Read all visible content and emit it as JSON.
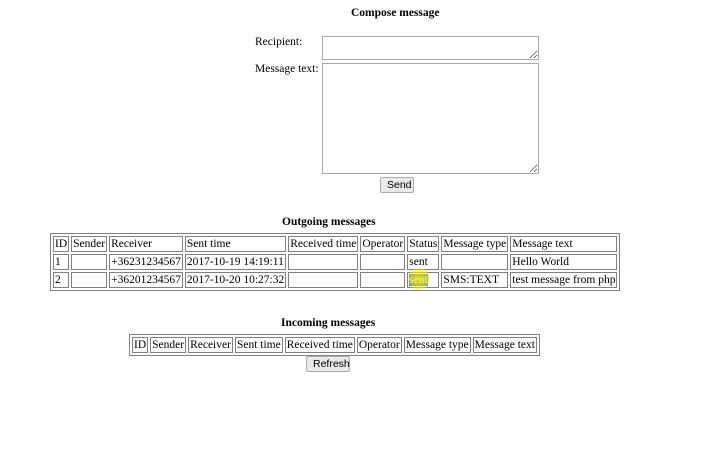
{
  "compose": {
    "title": "Compose message",
    "recipient_label": "Recipient:",
    "recipient_value": "",
    "text_label": "Message text:",
    "text_value": "",
    "send_label": "Send"
  },
  "outgoing": {
    "title": "Outgoing messages",
    "headers": [
      "ID",
      "Sender",
      "Receiver",
      "Sent time",
      "Received time",
      "Operator",
      "Status",
      "Message type",
      "Message text"
    ],
    "rows": [
      [
        "1",
        "",
        "+36231234567",
        "2017-10-19 14:19:11",
        "",
        "",
        "sent",
        "",
        "Hello World"
      ],
      [
        "2",
        "",
        "+36201234567",
        "2017-10-20 10:27:32",
        "",
        "",
        "sent",
        "SMS:TEXT",
        "test message from php"
      ]
    ]
  },
  "incoming": {
    "title": "Incoming messages",
    "headers": [
      "ID",
      "Sender",
      "Receiver",
      "Sent time",
      "Received time",
      "Operator",
      "Message type",
      "Message text"
    ],
    "refresh_label": "Refresh"
  },
  "colors": {
    "selection": "#3875d7",
    "cursor_highlight": "#fff000"
  }
}
